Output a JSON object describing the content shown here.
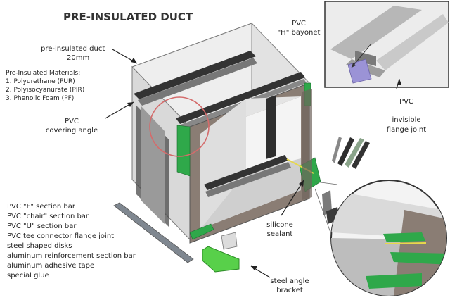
{
  "title": "PRE-INSULATED DUCT",
  "labels": {
    "duct_line1": "pre-insulated duct",
    "duct_line2": "20mm",
    "materials_heading": "Pre-Insulated Materials:",
    "materials": [
      "1. Polyurethane (PUR)",
      "2. Polyisocyanurate (PIR)",
      "3. Phenolic Foam (PF)"
    ],
    "covering_line1": "PVC",
    "covering_line2": "covering angle",
    "bayonet_line1": "PVC",
    "bayonet_line2": "\"H\" bayonet",
    "flange_line1": "PVC",
    "flange_line2": "invisible",
    "flange_line3": "flange joint",
    "sealant_line1": "silicone",
    "sealant_line2": "sealant",
    "bracket_line1": "steel angle",
    "bracket_line2": "bracket"
  },
  "components": [
    "PVC \"F\" section bar",
    "PVC \"chair\" section bar",
    "PVC \"U\" section bar",
    "PVC tee connector flange joint",
    "steel shaped disks",
    "aluminum reinforcement section bar",
    "aluminum adhesive tape",
    "special glue"
  ],
  "colors": {
    "panel": "#e6e6e6",
    "panel_dark": "#c9c9c9",
    "frame_brown": "#8a7d74",
    "frame_green": "#2fa84a",
    "bayonet_purple": "#9b93d6",
    "callout_red": "#d46b6b",
    "bracket_green": "#58d04a"
  }
}
